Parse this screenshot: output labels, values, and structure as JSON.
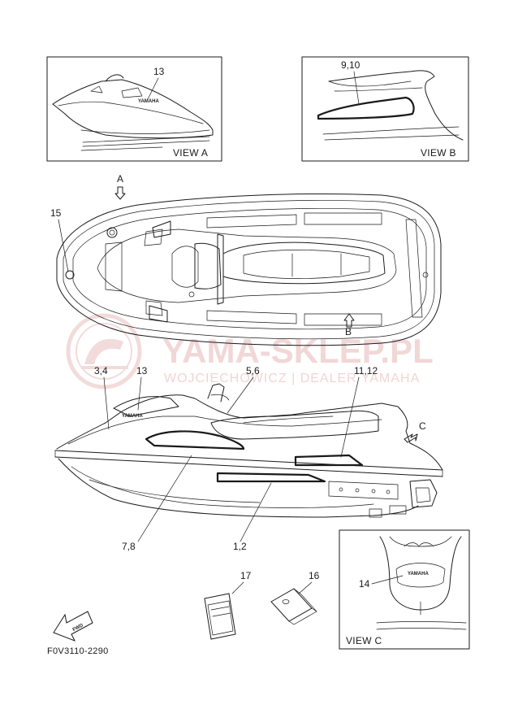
{
  "views": {
    "a": {
      "label": "VIEW A"
    },
    "b": {
      "label": "VIEW B"
    },
    "c": {
      "label": "VIEW C"
    }
  },
  "markers": {
    "a": "A",
    "b": "B",
    "c": "C"
  },
  "callouts": {
    "c13_view_a": "13",
    "c9_10": "9,10",
    "c15": "15",
    "c3_4": "3,4",
    "c13_side": "13",
    "c5_6": "5,6",
    "c11_12": "11,12",
    "c7_8": "7,8",
    "c1_2": "1,2",
    "c14": "14",
    "c17": "17",
    "c16": "16"
  },
  "brand_text": "YAMAHA",
  "fwd_label": "FWD",
  "figure_code": "F0V3110-2290",
  "watermark": {
    "title": "YAMA-SKLEP.PL",
    "subtitle": "WOJCIECHOWICZ | DEALER YAMAHA"
  },
  "colors": {
    "line": "#1a1a1a",
    "watermark": "#e9b8b8",
    "background": "#ffffff"
  }
}
